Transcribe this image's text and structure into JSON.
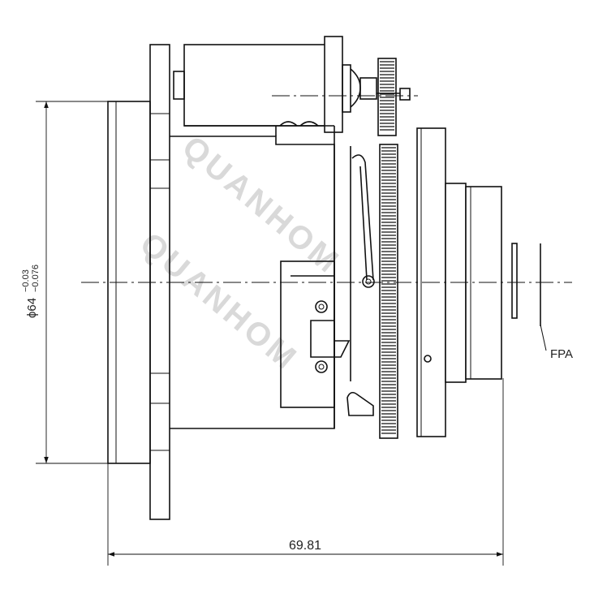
{
  "watermark": {
    "text": "QUANHOM"
  },
  "dimensions": {
    "diameter_base": "ϕ64",
    "diameter_tol_upper": "−0.03",
    "diameter_tol_lower": "−0.076",
    "length": "69.81"
  },
  "labels": {
    "fpa": "FPA"
  }
}
